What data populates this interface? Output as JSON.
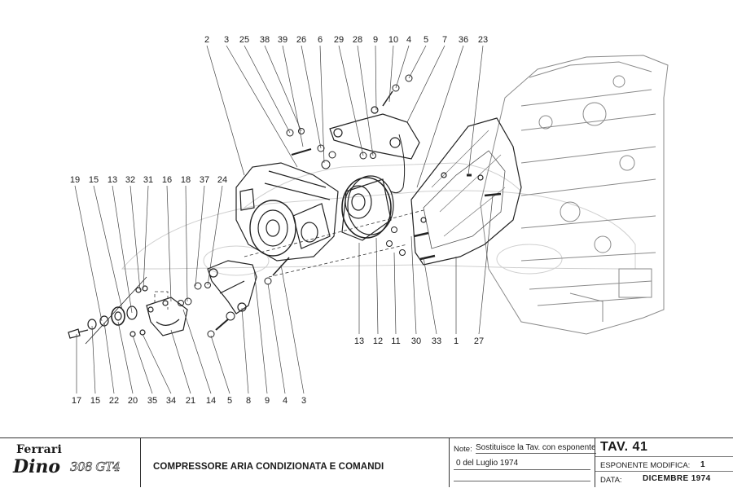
{
  "diagram": {
    "subject": "Air conditioning compressor and drive - exploded view",
    "callouts_top": [
      "2",
      "3",
      "25",
      "38",
      "39",
      "26",
      "6",
      "29",
      "28",
      "9",
      "10",
      "4",
      "5",
      "7",
      "36",
      "23"
    ],
    "callouts_left": [
      "19",
      "15",
      "13",
      "32",
      "31",
      "16",
      "18",
      "37",
      "24"
    ],
    "callouts_bottom_left": [
      "17",
      "15",
      "22",
      "20",
      "35",
      "34",
      "21",
      "14",
      "5",
      "8",
      "9",
      "4",
      "3"
    ],
    "callouts_bottom_right": [
      "13",
      "12",
      "11",
      "30",
      "33",
      "1",
      "27"
    ]
  },
  "titleblock": {
    "brand": "Ferrari",
    "model_script": "Dino",
    "model_number": "308 GT4",
    "title": "COMPRESSORE ARIA CONDIZIONATA E COMANDI",
    "note_label": "Note:",
    "note_line1": "Sostituisce la Tav. con esponente",
    "note_line2": "0 del Luglio 1974",
    "note_line3": "",
    "plate": "TAV. 41",
    "revision_label": "ESPONENTE MODIFICA:",
    "revision_value": "1",
    "date_label": "DATA:",
    "date_value": "DICEMBRE 1974"
  }
}
